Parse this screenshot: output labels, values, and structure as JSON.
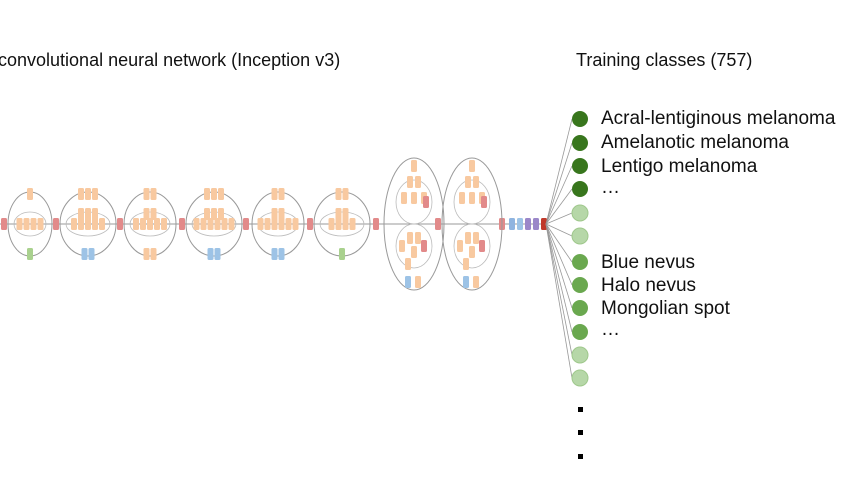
{
  "network_title": "convolutional neural network (Inception v3)",
  "classes_title": "Training classes (757)",
  "class_labels": [
    "Acral-lentiginous melanoma",
    "Amelanotic melanoma",
    "Lentigo melanoma",
    "…",
    "Blue nevus",
    "Halo nevus",
    "Mongolian spot",
    "…"
  ],
  "colors": {
    "conv": "#f8c9a0",
    "pool": "#e28a8a",
    "avgpool_green": "#a9d18e",
    "concat_blue": "#9dc3e6",
    "dropout": "#8fb4e0",
    "fc": "#9b87c9",
    "softmax": "#c0392b",
    "class_dark": "#38761d",
    "class_mid": "#6aa84f",
    "class_light": "#b6d7a8",
    "line": "#999999"
  }
}
